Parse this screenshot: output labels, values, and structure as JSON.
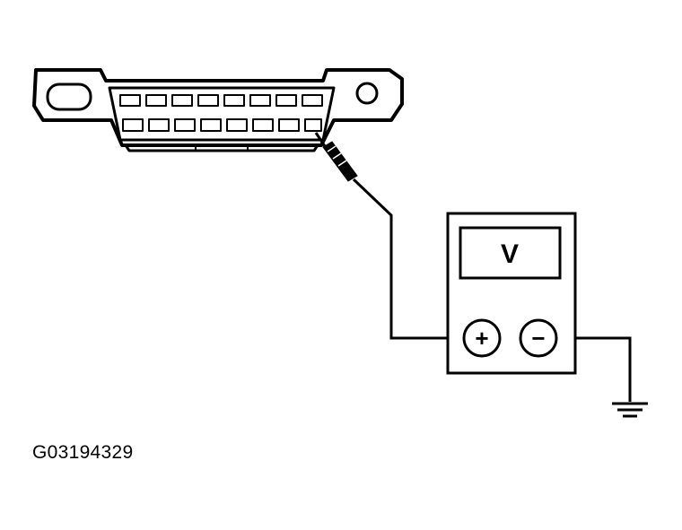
{
  "meter": {
    "display_symbol": "V",
    "positive_symbol": "+",
    "negative_symbol": "−"
  },
  "figure_code": "G03194329",
  "components": {
    "connector": {
      "icon": "obd-dlc-connector-icon",
      "pin_rows": 2,
      "pins_per_row": 8
    },
    "probe": {
      "icon": "test-probe-icon"
    },
    "voltmeter": {
      "icon": "voltmeter-icon"
    },
    "ground": {
      "icon": "ground-symbol-icon"
    }
  },
  "colors": {
    "line": "#000000",
    "background": "#ffffff"
  }
}
